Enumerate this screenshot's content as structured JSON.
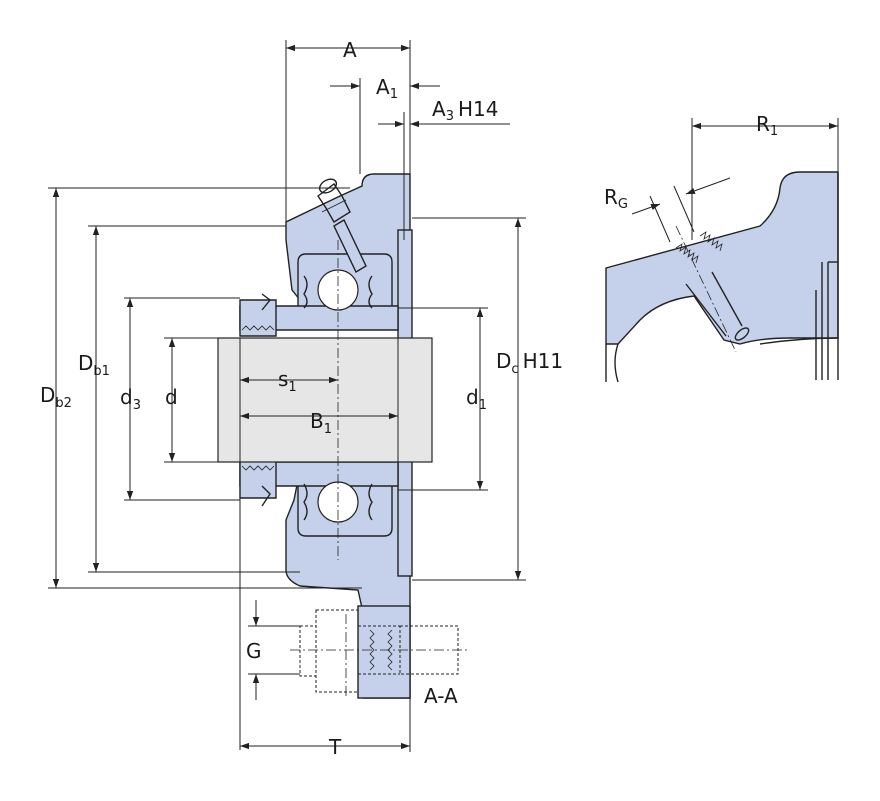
{
  "colors": {
    "part_fill": "#c5d1ea",
    "shaft_fill": "#e6e6e6",
    "line": "#222222"
  },
  "labels": {
    "A": "A",
    "A1_main": "A",
    "A1_sub": "1",
    "A3_main": "A",
    "A3_sub": "3",
    "A3_tol": "H14",
    "R1_main": "R",
    "R1_sub": "1",
    "RG_main": "R",
    "RG_sub": "G",
    "Db1_main": "D",
    "Db1_sub": "b1",
    "Db2_main": "D",
    "Db2_sub": "b2",
    "d3_main": "d",
    "d3_sub": "3",
    "d": "d",
    "s1_main": "s",
    "s1_sub": "1",
    "B1_main": "B",
    "B1_sub": "1",
    "d1_main": "d",
    "d1_sub": "1",
    "Dc_main": "D",
    "Dc_sub": "c",
    "Dc_tol": "H11",
    "G": "G",
    "section": "A-A",
    "T": "T"
  }
}
